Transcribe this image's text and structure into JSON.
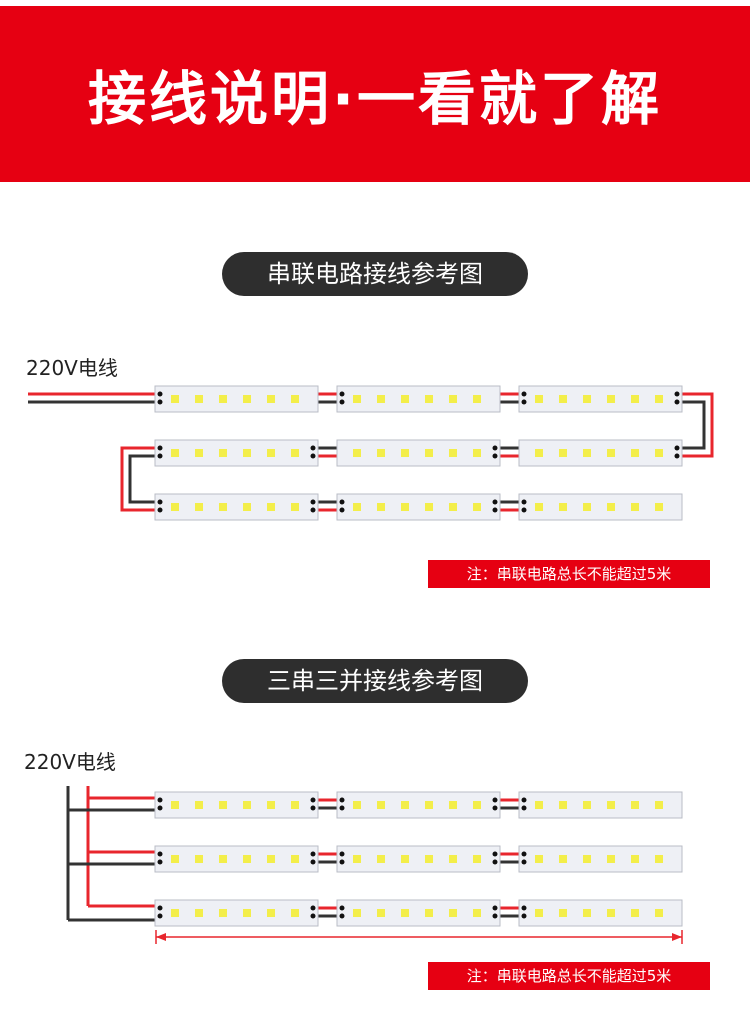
{
  "header": {
    "title": "接线说明·一看就了解"
  },
  "series_section": {
    "badge": "串联电路接线参考图",
    "wire_label": "220V电线",
    "note": "注：串联电路总长不能超过5米"
  },
  "parallel_section": {
    "badge": "三串三并接线参考图",
    "wire_label": "220V电线",
    "note": "注：串联电路总长不能超过5米"
  },
  "colors": {
    "banner": "#e60012",
    "wire_live": "#e8262d",
    "wire_neutral": "#333333",
    "strip_body": "#eef0f5",
    "led": "#f3ee4a"
  }
}
